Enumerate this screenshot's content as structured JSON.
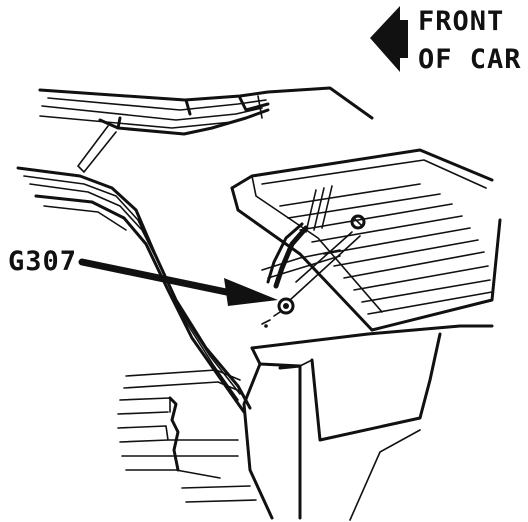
{
  "direction_label": {
    "line1": "FRONT",
    "line2": "OF CAR"
  },
  "callout": {
    "label": "G307"
  },
  "icons": {
    "direction_arrow": "left-arrow-icon",
    "ground_point": "ground-bolt-icon",
    "pointer": "pointer-arrow-icon"
  },
  "colors": {
    "ink": "#111111",
    "paper": "#ffffff"
  }
}
